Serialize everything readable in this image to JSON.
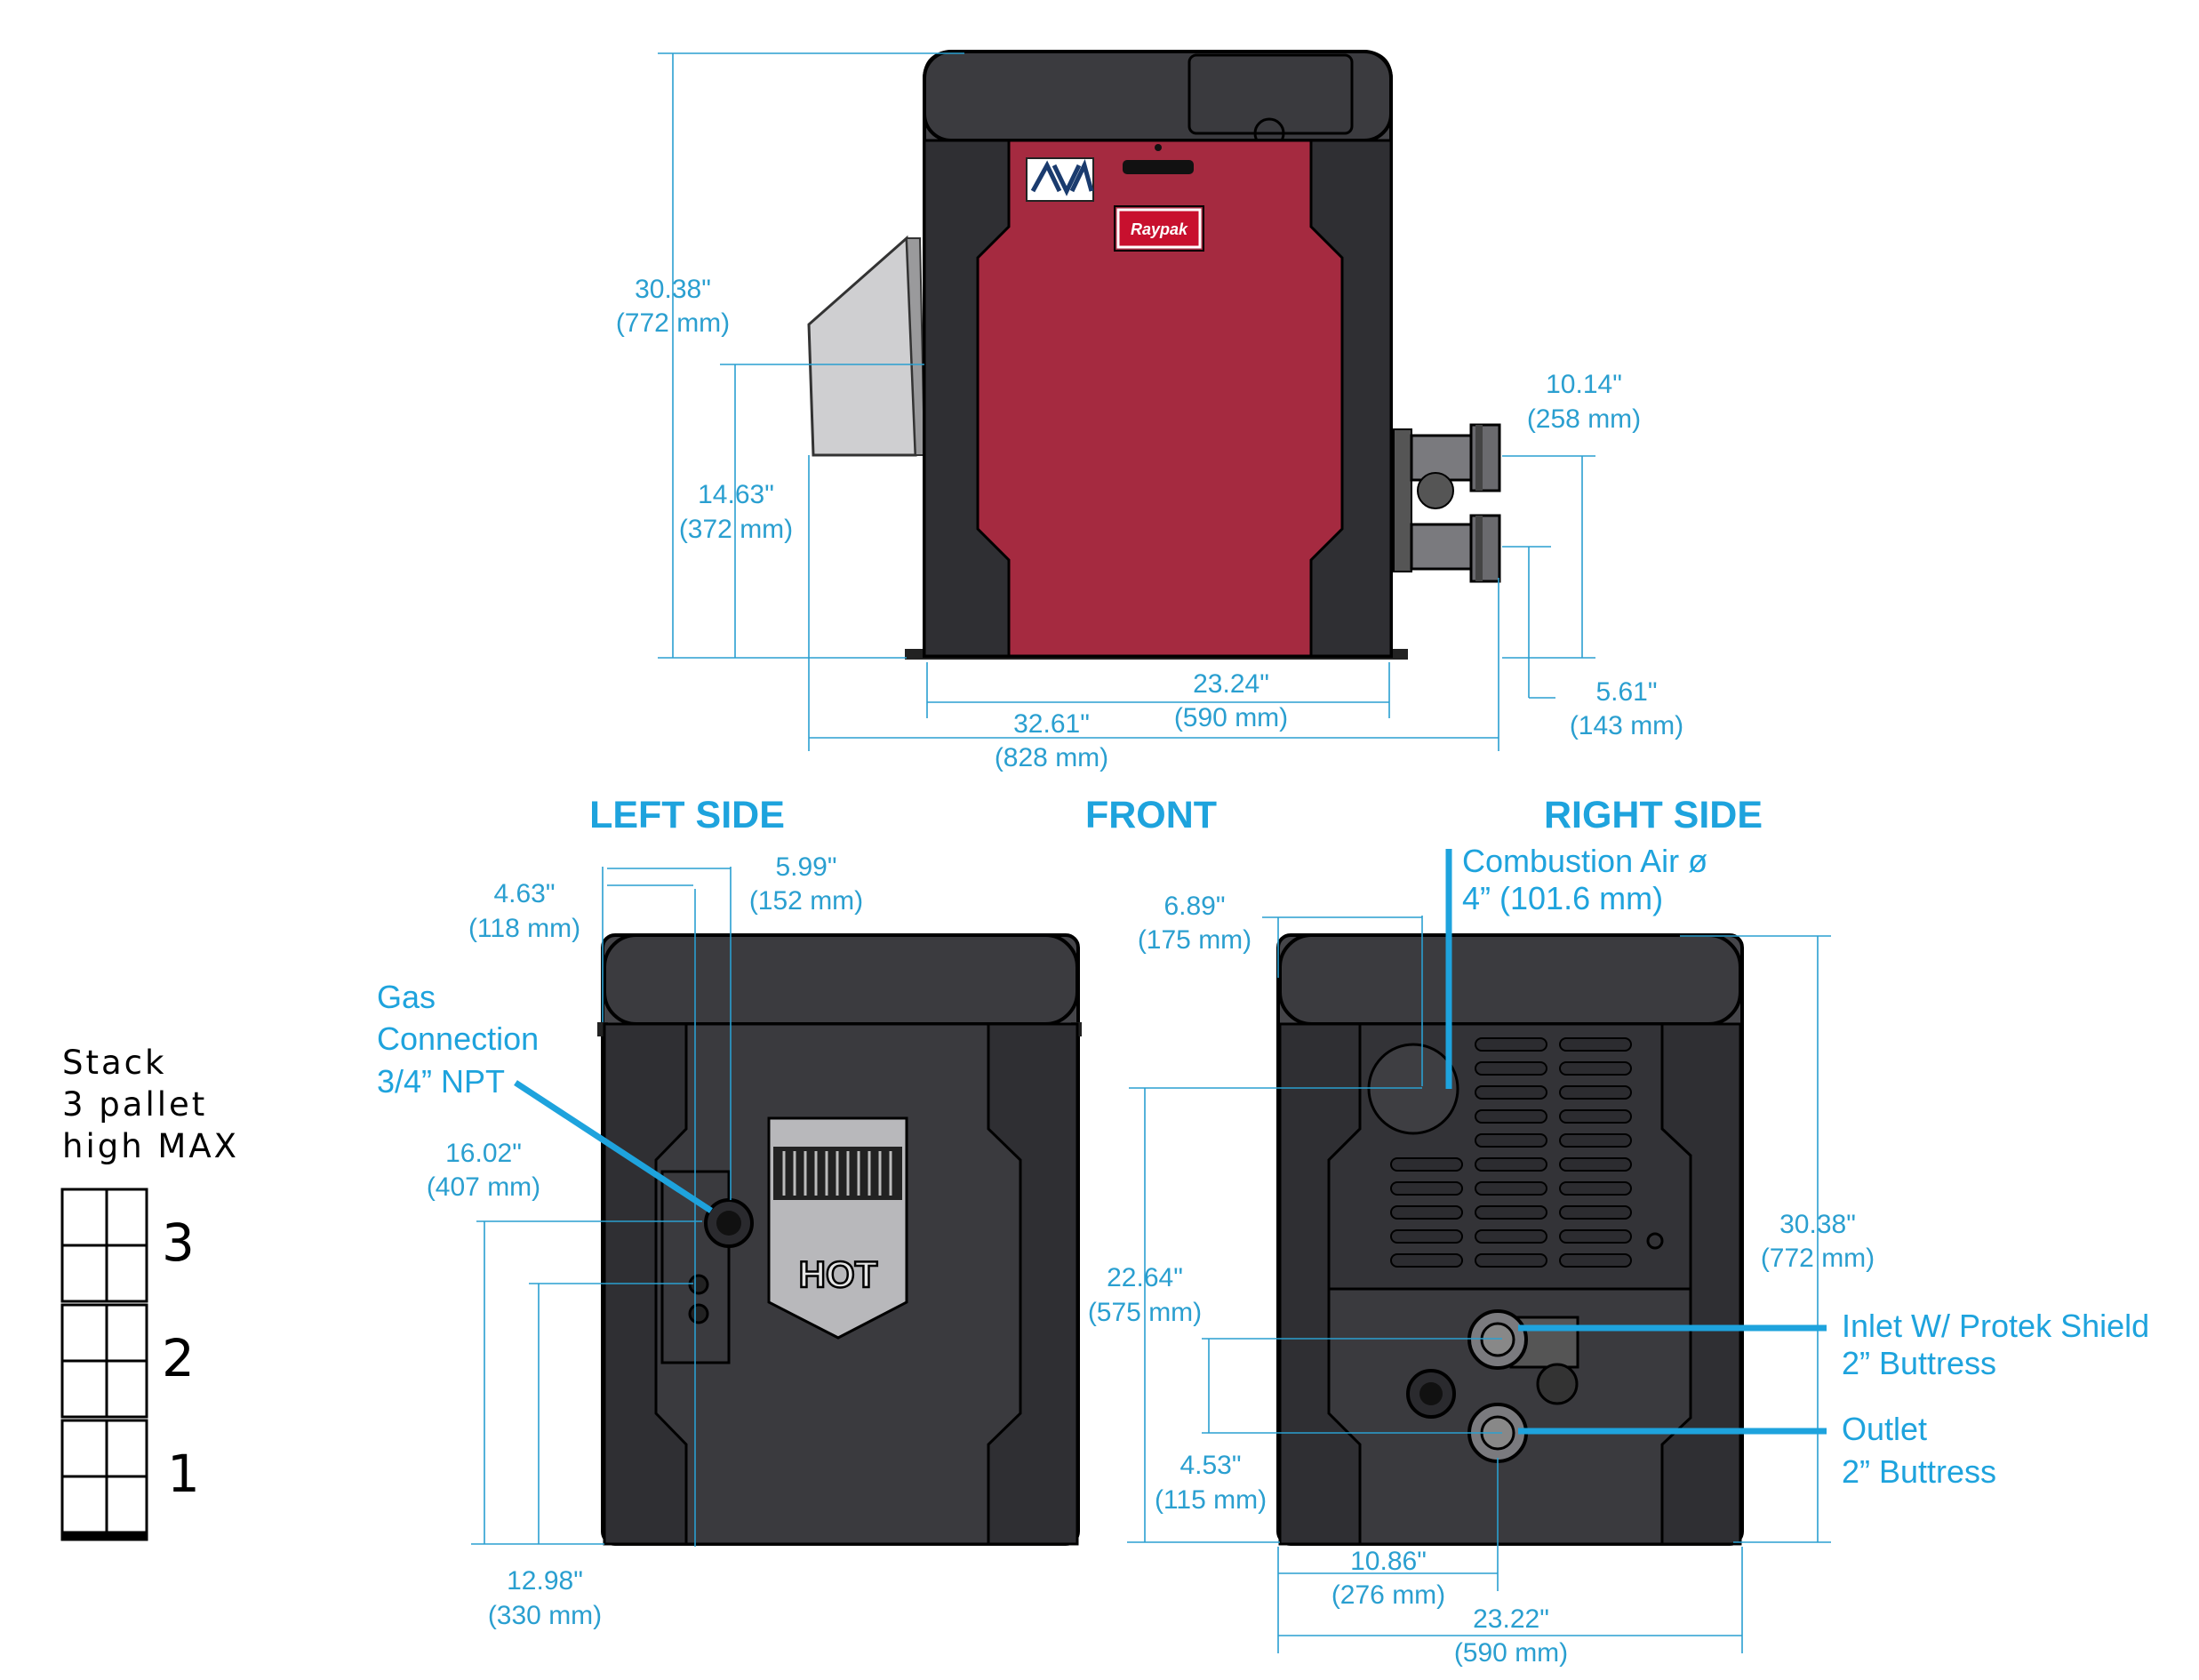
{
  "headings": {
    "left": "LEFT SIDE",
    "front": "FRONT",
    "right": "RIGHT SIDE"
  },
  "top_view_dims": {
    "height": {
      "in": "30.38\"",
      "mm": "(772 mm)"
    },
    "vent_height": {
      "in": "14.63\"",
      "mm": "(372 mm)"
    },
    "inlet_height": {
      "in": "10.14\"",
      "mm": "(258 mm)"
    },
    "outlet_height": {
      "in": "5.61\"",
      "mm": "(143 mm)"
    },
    "width": {
      "in": "23.24\"",
      "mm": "(590 mm)"
    },
    "overall_width": {
      "in": "32.61\"",
      "mm": "(828 mm)"
    }
  },
  "left_view_dims": {
    "a": {
      "in": "4.63\"",
      "mm": "(118 mm)"
    },
    "b": {
      "in": "5.99\"",
      "mm": "(152 mm)"
    },
    "gas_height": {
      "in": "16.02\"",
      "mm": "(407 mm)"
    },
    "low_height": {
      "in": "12.98\"",
      "mm": "(330 mm)"
    }
  },
  "right_view_dims": {
    "air_offset": {
      "in": "6.89\"",
      "mm": "(175 mm)"
    },
    "air_height": {
      "in": "22.64\"",
      "mm": "(575 mm)"
    },
    "outlet_height": {
      "in": "4.53\"",
      "mm": "(115 mm)"
    },
    "height": {
      "in": "30.38\"",
      "mm": "(772 mm)"
    },
    "port_offset": {
      "in": "10.86\"",
      "mm": "(276 mm)"
    },
    "width": {
      "in": "23.22\"",
      "mm": "(590 mm)"
    }
  },
  "callouts": {
    "gas": [
      "Gas",
      "Connection",
      "3/4” NPT"
    ],
    "air": [
      "Combustion Air ø",
      "4” (101.6 mm)"
    ],
    "inlet": [
      "Inlet W/ Protek Shield",
      "2” Buttress"
    ],
    "outlet": [
      "Outlet",
      "2” Buttress"
    ]
  },
  "stack": {
    "lines": [
      "Stack",
      "3 pallet",
      "high MAX"
    ],
    "levels": [
      "3",
      "2",
      "1"
    ]
  },
  "labels": {
    "hot": "HOT",
    "brand": "Raypak"
  },
  "colors": {
    "dimension": "#2a9fd0",
    "callout": "#1ea3dd",
    "panel_red": "#a52a40",
    "cabinet": "#454549"
  }
}
